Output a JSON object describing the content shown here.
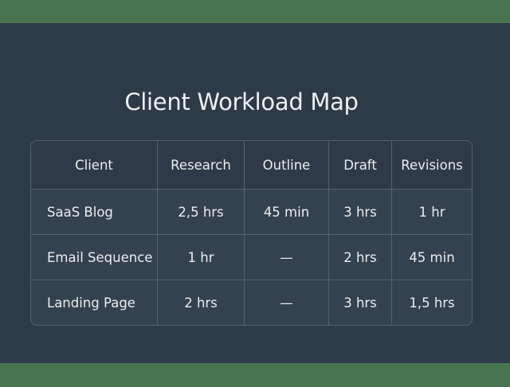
{
  "title": "Client Workload Map",
  "table": {
    "headers": [
      "Client",
      "Research",
      "Outline",
      "Draft",
      "Revisions"
    ],
    "rows": [
      [
        "SaaS Blog",
        "2,5 hrs",
        "45 min",
        "3 hrs",
        "1 hr"
      ],
      [
        "Email Sequence",
        "1 hr",
        "—",
        "2 hrs",
        "45 min"
      ],
      [
        "Landing Page",
        "2 hrs",
        "—",
        "3 hrs",
        "1,5 hrs"
      ]
    ]
  },
  "colors": {
    "frame_green": "#48734f",
    "panel_bg": "#2d3a47",
    "table_bg": "#34414e",
    "border": "#55636f",
    "text": "#eceef1"
  }
}
